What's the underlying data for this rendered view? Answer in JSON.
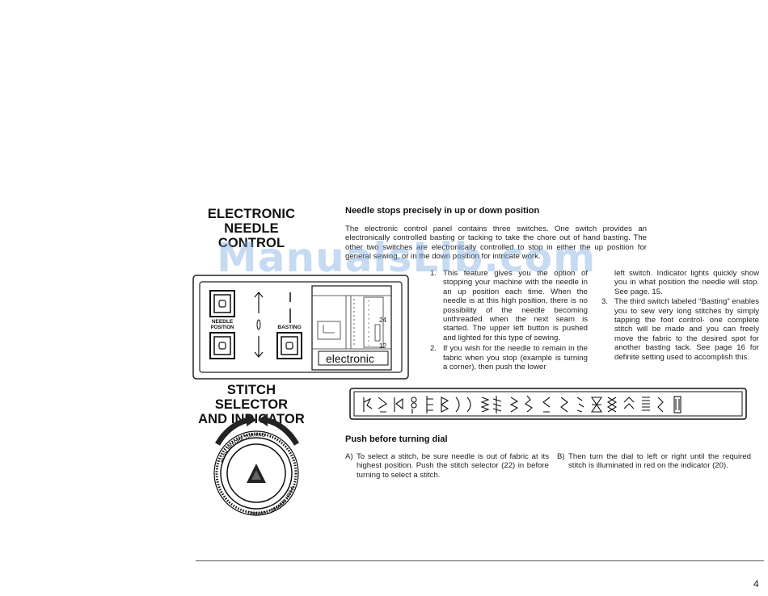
{
  "headings": {
    "electronic_line1": "ELECTRONIC",
    "electronic_line2": "NEEDLE CONTROL",
    "stitch_line1": "STITCH SELECTOR",
    "stitch_line2": "AND INDICATOR"
  },
  "needle_section": {
    "title": "Needle stops precisely in up or down position",
    "intro": "The electronic control panel contains three switches. One switch provides an electronically controlled basting or tacking to take the chore out of hand basting. The other two switches are electronically controlled to stop in either the up position for general sewing, or in the down position for intricate work.",
    "items": [
      {
        "num": "1.",
        "text": "This feature gives you the option of stopping your machine with the needle in an up position each time. When the needle is at this high position, there is no possibility of the needle becoming unthreaded when the next seam is started. The upper left button is pushed and lighted for this type of sewing."
      },
      {
        "num": "2.",
        "text": "If you wish for the needle to remain in the fabric when you stop (example is turning a corner), then push the lower"
      },
      {
        "num": "",
        "text": "left switch. Indicator lights quickly show you in what position the needle will stop. See page. 15."
      },
      {
        "num": "3.",
        "text": "The third switch labeled “Basting” enables you to sew very long stitches by simply tapping the foot control- one complete stitch will be made and you can freely move the fabric to the desired spot for another basting tack. See page 16 for definite setting used to accomplish this."
      }
    ]
  },
  "panel": {
    "needle_label_1": "NEEDLE",
    "needle_label_2": "POSITION",
    "basting_label": "BASTING",
    "brand": "electronic",
    "num_24": "24",
    "num_12": "12"
  },
  "dial": {
    "rim_text_1": "PUSH BEFORE TURNING",
    "rim_text_2": "PUSH BEFORE TURNING"
  },
  "push_section": {
    "title": "Push before turning dial",
    "items": [
      {
        "num": "A)",
        "text": "To select a stitch, be sure needle is out of fabric at its highest position. Push the stitch selector (22) in before turning to select a stitch."
      },
      {
        "num": "B)",
        "text": "Then turn the dial to left or right until the required stitch is illuminated in red on the indicator (20)."
      }
    ]
  },
  "watermark": "ManualsLib.com",
  "page_number": "4"
}
